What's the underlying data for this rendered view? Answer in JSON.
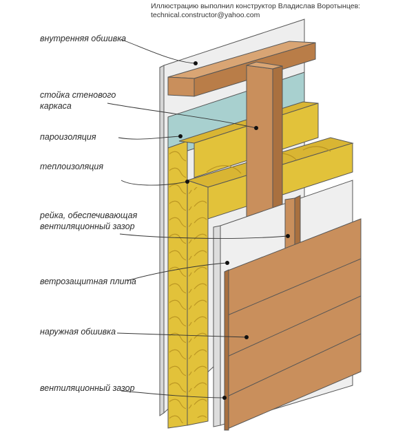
{
  "credit": {
    "line1": "Иллюстрацию выполнил конструктор Владислав Воротынцев:",
    "line2": "technical.constructor@yahoo.com"
  },
  "layers": [
    {
      "id": "inner-cladding",
      "lines": [
        "внутренняя обшивка"
      ]
    },
    {
      "id": "frame-stud",
      "lines": [
        "стойка стенового",
        "каркаса"
      ]
    },
    {
      "id": "vapor-barrier",
      "lines": [
        "пароизоляция"
      ]
    },
    {
      "id": "insulation",
      "lines": [
        "теплоизоляция"
      ]
    },
    {
      "id": "vent-batten",
      "lines": [
        "рейка, обеспечивающая",
        "вентиляционный зазор"
      ]
    },
    {
      "id": "wind-board",
      "lines": [
        "ветрозащитная плита"
      ]
    },
    {
      "id": "outer-cladding",
      "lines": [
        "наружная обшивка"
      ]
    },
    {
      "id": "vent-gap",
      "lines": [
        "вентиляционный зазор"
      ]
    }
  ],
  "colors": {
    "wood": "#c98f5c",
    "wood_dark": "#a9703f",
    "insulation": "#e2c23a",
    "insulation_dark": "#c9a52a",
    "vapor": "#a8d0cf",
    "board": "#eeeeee",
    "leader": "#333333"
  }
}
